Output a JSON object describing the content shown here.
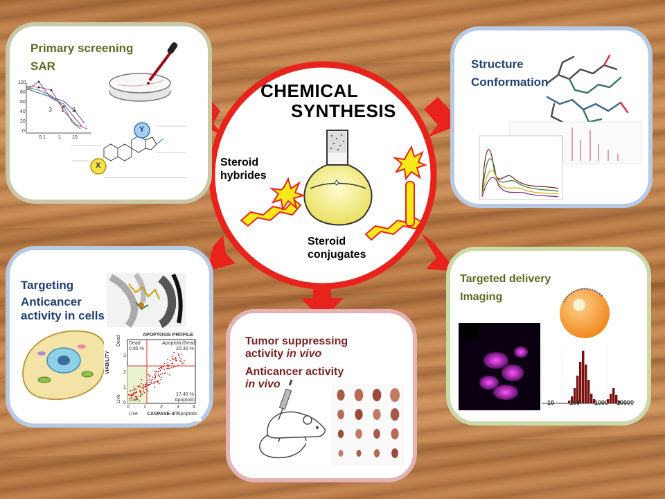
{
  "center": {
    "title_line1": "CHEMICAL",
    "title_line2": "SYNTHESIS",
    "label_hybrides_1": "Steroid",
    "label_hybrides_2": "hybrides",
    "label_conjugates_1": "Steroid",
    "label_conjugates_2": "conjugates"
  },
  "panels": {
    "primary": {
      "title_1": "Primary screening",
      "title_2": "SAR",
      "axis_ticks": [
        "100",
        "80",
        "60",
        "40",
        "20",
        "0"
      ],
      "x_ticks": [
        "0.1",
        "1",
        "10"
      ],
      "markers": [
        "3",
        "1",
        "2"
      ],
      "sub_x": "X",
      "sub_y": "Y"
    },
    "structure": {
      "title_1": "Structure",
      "title_2": "Conformation"
    },
    "targeting": {
      "title_1": "Targeting",
      "title_2": "Anticancer",
      "title_3": "activity in cells",
      "profile_title": "APOPTOSIS PROFILE",
      "q_dead": "Dead",
      "q_dead_pct": "0.95 %",
      "q_apoptotic_dead": "Apoptotic/Dead",
      "q_apoptotic_dead_pct": "20.30 %",
      "q_live": "Live",
      "q_apoptotic_pct": "17.40 %",
      "q_apoptotic": "Apoptotic",
      "y_axis": "VIABILITY",
      "x_axis": "CASPASE-3/7",
      "y_ticks": [
        "3",
        "2",
        "1",
        "0"
      ],
      "x_ticks": [
        "0",
        "1",
        "2",
        "3",
        "4"
      ],
      "y_bottom": "Live",
      "y_top": "Dead",
      "x_left": "Live",
      "x_right": "Apoptotic"
    },
    "tumor": {
      "title_1": "Tumor suppressing",
      "title_2a": "activity ",
      "title_2b": "in vivo",
      "title_3": "Anticancer activity",
      "title_4": "in vivo"
    },
    "delivery": {
      "title_1": "Targeted delivery",
      "title_2": "Imaging",
      "x_ticks": [
        "10",
        "100",
        "1000",
        "10000"
      ]
    }
  },
  "colors": {
    "red": "#e8231c",
    "olive": "#5a6b1f",
    "navy": "#1f3f73",
    "maroon": "#7a1f1f",
    "steroid_yellow": "#f8ea1a",
    "dls_bar": "#7a1010"
  }
}
